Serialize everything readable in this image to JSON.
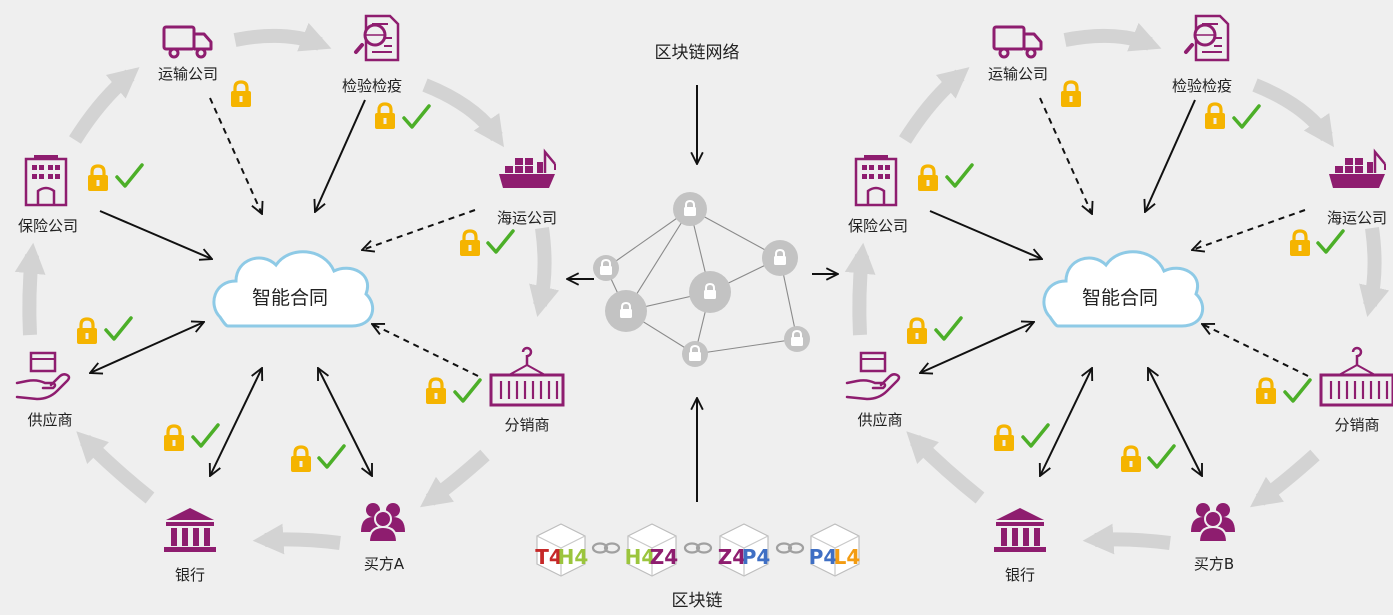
{
  "colors": {
    "background": "#efefef",
    "icon": "#8e1d6f",
    "cloud_stroke": "#8ecae6",
    "lock": "#f5b400",
    "check": "#4caf28",
    "cycle_arrow": "#d3d3d3",
    "node": "#c3c3c3"
  },
  "network_title": "区块链网络",
  "chain_label": "区块链",
  "left_diagram": {
    "cloud_label": "智能合同",
    "nodes": {
      "transport": "运输公司",
      "inspection": "检验检疫",
      "shipping": "海运公司",
      "distributor": "分销商",
      "buyer": "买方A",
      "bank": "银行",
      "supplier": "供应商",
      "insurance": "保险公司"
    }
  },
  "right_diagram": {
    "cloud_label": "智能合同",
    "nodes": {
      "transport": "运输公司",
      "inspection": "检验检疫",
      "shipping": "海运公司",
      "distributor": "分销商",
      "buyer": "买方B",
      "bank": "银行",
      "supplier": "供应商",
      "insurance": "保险公司"
    }
  },
  "chain_blocks": [
    {
      "letters": [
        "T4",
        "H4"
      ],
      "colors": [
        "#c62828",
        "#9bc53d"
      ]
    },
    {
      "letters": [
        "H4",
        "Z4"
      ],
      "colors": [
        "#9bc53d",
        "#8e1d6f"
      ]
    },
    {
      "letters": [
        "Z4",
        "P4"
      ],
      "colors": [
        "#8e1d6f",
        "#3f6fc4"
      ]
    },
    {
      "letters": [
        "P4",
        "L4"
      ],
      "colors": [
        "#3f6fc4",
        "#f39c12"
      ]
    }
  ]
}
